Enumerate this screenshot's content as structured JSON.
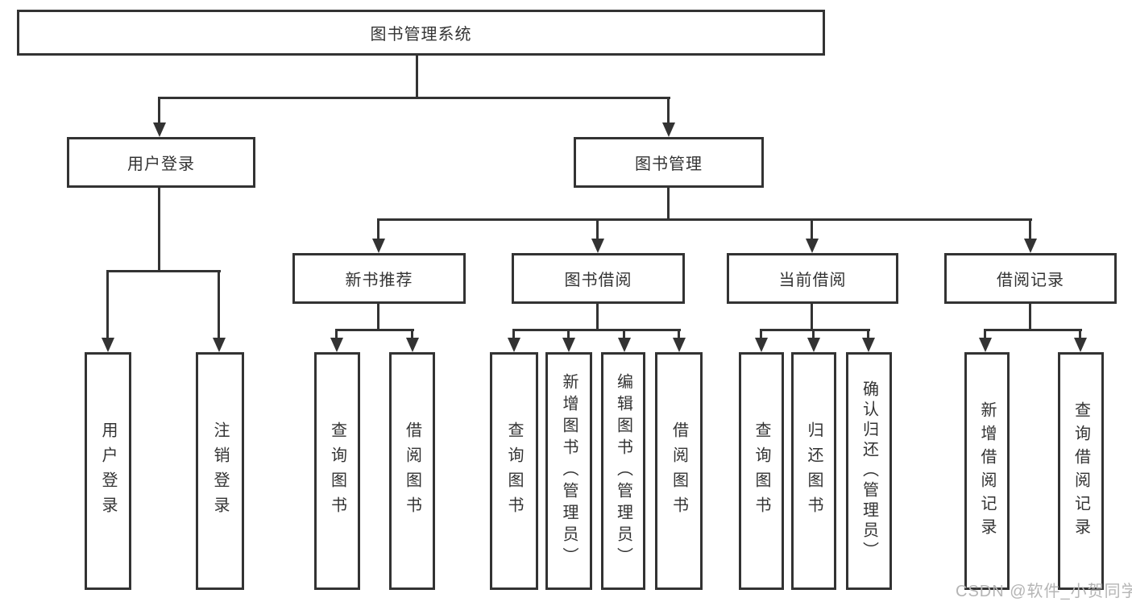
{
  "diagram": {
    "title": "图书管理系统",
    "root": {
      "label": "图书管理系统"
    },
    "level2": [
      {
        "label": "用户登录"
      },
      {
        "label": "图书管理"
      }
    ],
    "level3": [
      {
        "label": "新书推荐"
      },
      {
        "label": "图书借阅"
      },
      {
        "label": "当前借阅"
      },
      {
        "label": "借阅记录"
      }
    ],
    "leaves": {
      "user_login": [
        "用户登录",
        "注销登录"
      ],
      "new_books": [
        "查询图书",
        "借阅图书"
      ],
      "book_borrow": [
        "查询图书",
        "新增图书（管理员）",
        "编辑图书（管理员）",
        "借阅图书"
      ],
      "current_borrow": [
        "查询图书",
        "归还图书",
        "确认归还（管理员）"
      ],
      "borrow_records": [
        "新增借阅记录",
        "查询借阅记录"
      ]
    }
  },
  "watermark": {
    "text": "CSDN @软件_小贺同学"
  },
  "colors": {
    "line": "#333333",
    "box_background": "#ffffff",
    "text": "#333333",
    "watermark": "#b5b5b5"
  }
}
